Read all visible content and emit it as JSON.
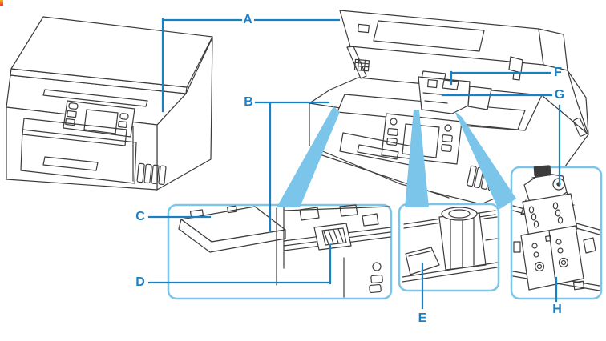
{
  "labels": [
    {
      "id": "A",
      "text": "A"
    },
    {
      "id": "B",
      "text": "B"
    },
    {
      "id": "C",
      "text": "C"
    },
    {
      "id": "D",
      "text": "D"
    },
    {
      "id": "E",
      "text": "E"
    },
    {
      "id": "F",
      "text": "F"
    },
    {
      "id": "G",
      "text": "G"
    },
    {
      "id": "H",
      "text": "H"
    }
  ],
  "colors": {
    "label": "#1A80C4",
    "callout": "#7CC5EA",
    "art": "#3C3C3C",
    "marker_top": "#FBAE17",
    "marker_bottom": "#E93A2B"
  }
}
